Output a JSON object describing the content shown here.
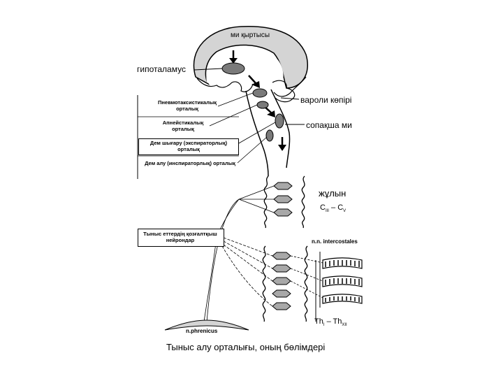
{
  "labels": {
    "cortex": "ми қыртысы",
    "hypothalamus": "гипоталамус",
    "pons": "вароли көпірі",
    "medulla": "сопақша ми",
    "spinal_cord": "жұлын",
    "cervical_segments": "C",
    "cervical_sub_a": "III",
    "cervical_dash": " – ",
    "cervical_sub_b": "V",
    "intercostal_nerves": "n.n. intercostales",
    "thoracic_segments": "Th",
    "thoracic_sub_a": "I",
    "thoracic_dash": " – Th",
    "thoracic_sub_b": "XII",
    "phrenic_nerve": "n.phrenicus",
    "motor_neurons": "Тыныс еттердің қозғалтқыш нейрондар"
  },
  "centers": [
    {
      "name": "pneumotaxic",
      "text": "Пневмотаксистикалық орталық"
    },
    {
      "name": "apneustic",
      "text": "Апнейстикалық орталық"
    },
    {
      "name": "expiratory",
      "text": "Дем шығару (экспираторлық) орталық"
    },
    {
      "name": "inspiratory",
      "text": "Дем алу (инспираторлық) орталық"
    }
  ],
  "caption": "Тыныс алу орталығы, оның бөлімдері",
  "colors": {
    "cortex_fill": "#d4d4d4",
    "nucleus_fill": "#7a7a7a",
    "line": "#000000"
  }
}
